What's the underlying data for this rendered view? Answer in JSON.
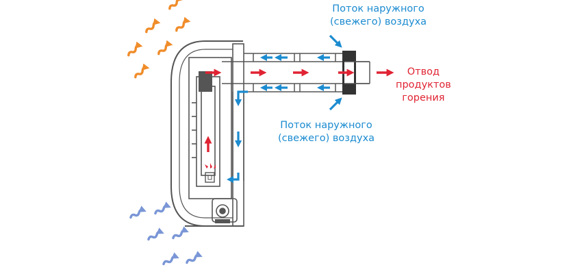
{
  "labels": {
    "fresh_air_top": [
      "Поток наружного",
      "(свежего) воздуха"
    ],
    "fresh_air_bottom": [
      "Поток наружного",
      "(свежего) воздуха"
    ],
    "exhaust": [
      "Отвод",
      "продуктов",
      "горения"
    ]
  },
  "colors": {
    "fresh_air": "#1b8bd0",
    "exhaust": "#e02332",
    "warm_air": "#f08c2a",
    "cold_air": "#7a96d6",
    "outline": "#555555"
  }
}
